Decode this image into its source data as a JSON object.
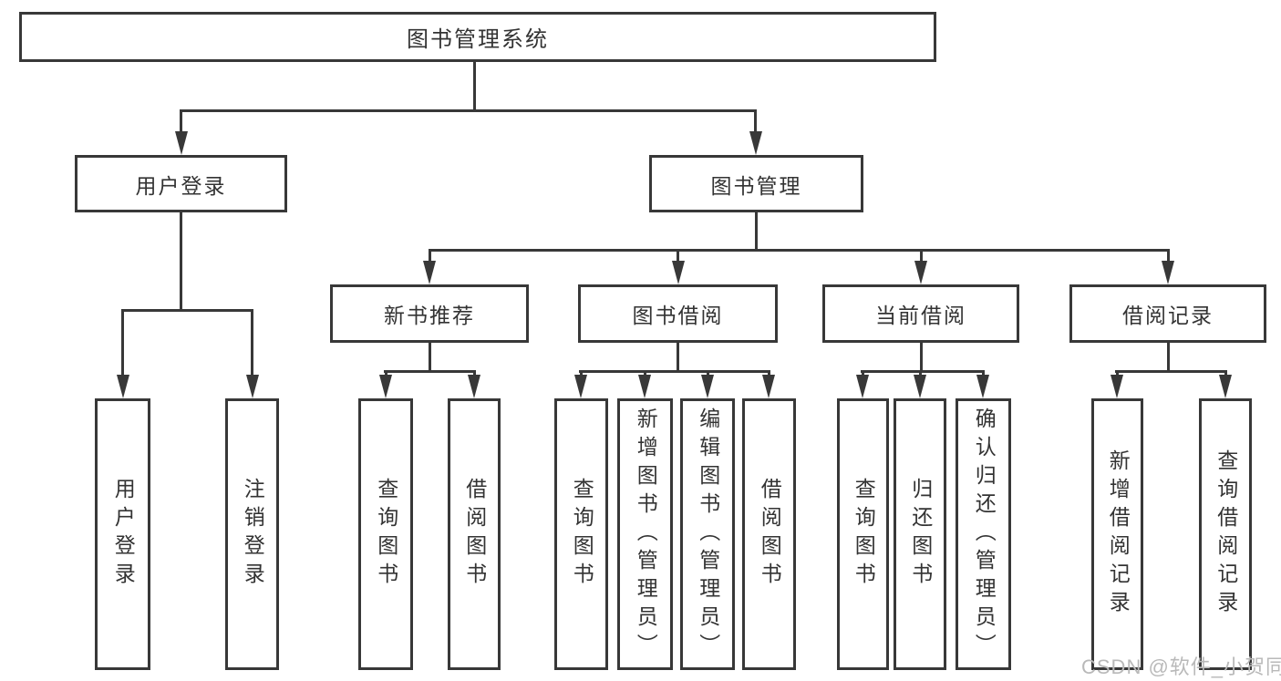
{
  "diagram": {
    "title": "图书管理系统",
    "level2": [
      {
        "label": "用户登录"
      },
      {
        "label": "图书管理"
      }
    ],
    "level3": [
      {
        "label": "新书推荐"
      },
      {
        "label": "图书借阅"
      },
      {
        "label": "当前借阅"
      },
      {
        "label": "借阅记录"
      }
    ],
    "leaves": {
      "user_login": [
        "用户登录",
        "注销登录"
      ],
      "new_book": [
        "查询图书",
        "借阅图书"
      ],
      "book_borrow": [
        "查询图书",
        "新增图书（管理员）",
        "编辑图书（管理员）",
        "借阅图书"
      ],
      "current_borrow": [
        "查询图书",
        "归还图书",
        "确认归还（管理员）"
      ],
      "borrow_record": [
        "新增借阅记录",
        "查询借阅记录"
      ]
    }
  },
  "watermark": "CSDN @软件_小贺同学",
  "colors": {
    "line": "#383838",
    "text": "#333333",
    "watermark": "#b9b9b9",
    "background": "#ffffff"
  }
}
